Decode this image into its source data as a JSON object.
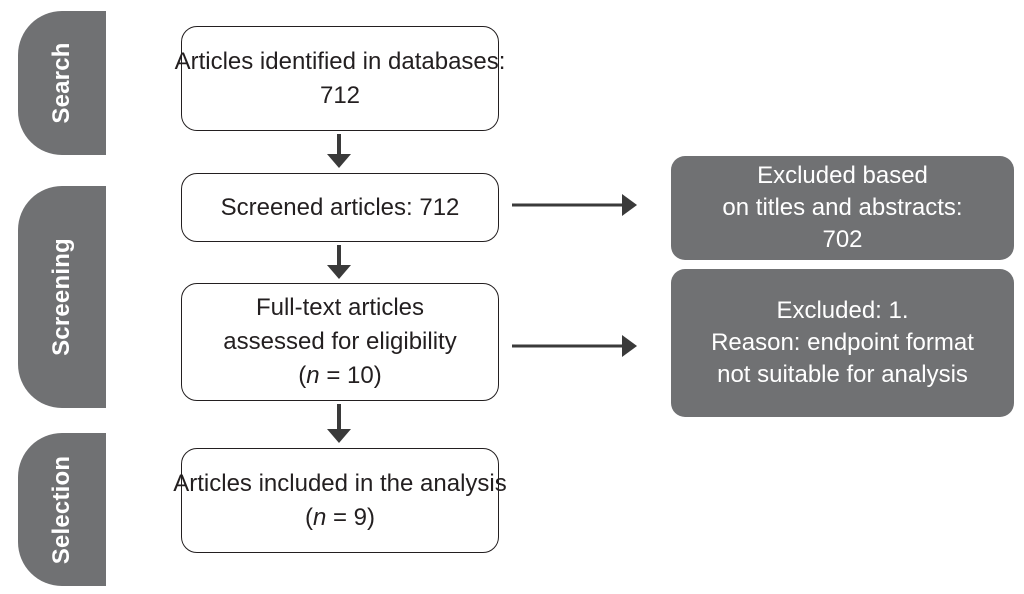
{
  "stages": [
    {
      "label": "Search"
    },
    {
      "label": "Screening"
    },
    {
      "label": "Selection"
    }
  ],
  "boxes": {
    "identified": {
      "line1": "Articles identified in databases:",
      "line2": "712"
    },
    "screened": {
      "line1": "Screened articles: 712"
    },
    "fulltext": {
      "line1": "Full-text articles",
      "line2": "assessed for eligibility",
      "line3_open": "(",
      "line3_n": "n",
      "line3_rest": " = 10)"
    },
    "included": {
      "line1": "Articles included in the analysis",
      "line2_open": "(",
      "line2_n": "n",
      "line2_rest": " = 9)"
    }
  },
  "exclusions": {
    "titles_abstracts": {
      "line1": "Excluded based",
      "line2": "on titles and abstracts:",
      "line3": "702"
    },
    "fulltext": {
      "line1": "Excluded: 1.",
      "line2": "Reason: endpoint format",
      "line3": "not suitable for analysis"
    }
  },
  "colors": {
    "gray": "#707173",
    "arrow": "#3a3a3a",
    "text": "#231f20"
  }
}
